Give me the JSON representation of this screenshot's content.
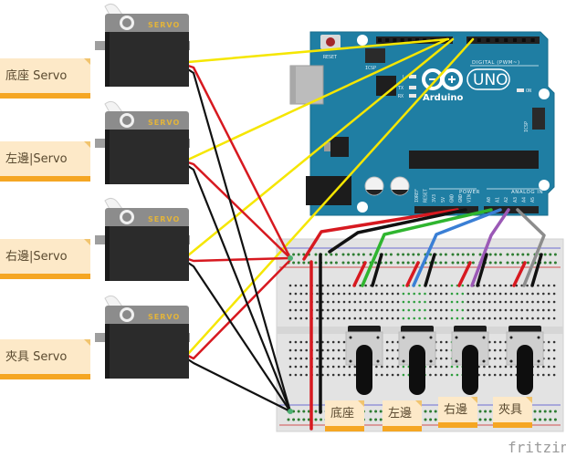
{
  "diagram": {
    "tool_watermark": "fritzing",
    "servo_notes": [
      {
        "label": "底座 Servo"
      },
      {
        "label": "左邊|Servo"
      },
      {
        "label": "右邊|Servo"
      },
      {
        "label": "夾具 Servo"
      }
    ],
    "servos": [
      {
        "body_label": "SERVO"
      },
      {
        "body_label": "SERVO"
      },
      {
        "body_label": "SERVO"
      },
      {
        "body_label": "SERVO"
      }
    ],
    "potentiometer_notes": [
      {
        "label": "底座"
      },
      {
        "label": "左邊"
      },
      {
        "label": "右邊"
      },
      {
        "label": "夾具"
      }
    ],
    "arduino": {
      "model": "UNO",
      "brand": "Arduino",
      "reset_label": "RESET",
      "icsp_label": "ICSP",
      "icsp2_label": "ICSP",
      "digital_label": "DIGITAL (PWM~)",
      "power_label": "POWER",
      "analog_label": "ANALOG IN",
      "led_labels": [
        "L",
        "TX",
        "RX",
        "ON"
      ],
      "power_pins": [
        "IOREF",
        "RESET",
        "3V3",
        "5V",
        "GND",
        "GND",
        "VIN"
      ],
      "analog_pins": [
        "A0",
        "A1",
        "A2",
        "A3",
        "A4",
        "A5"
      ]
    },
    "wire_colors": {
      "signal": "#f5e600",
      "power": "#d71920",
      "ground": "#111111",
      "pot1": "#2fb52f",
      "pot2": "#3a7fd5",
      "pot3": "#9b59b6",
      "pot4": "#8c8c8c"
    },
    "colors": {
      "pcb": "#1f7ea3",
      "note_fill": "#fde9c8",
      "note_bar": "#f5a623",
      "breadboard": "#e4e4e4"
    }
  }
}
